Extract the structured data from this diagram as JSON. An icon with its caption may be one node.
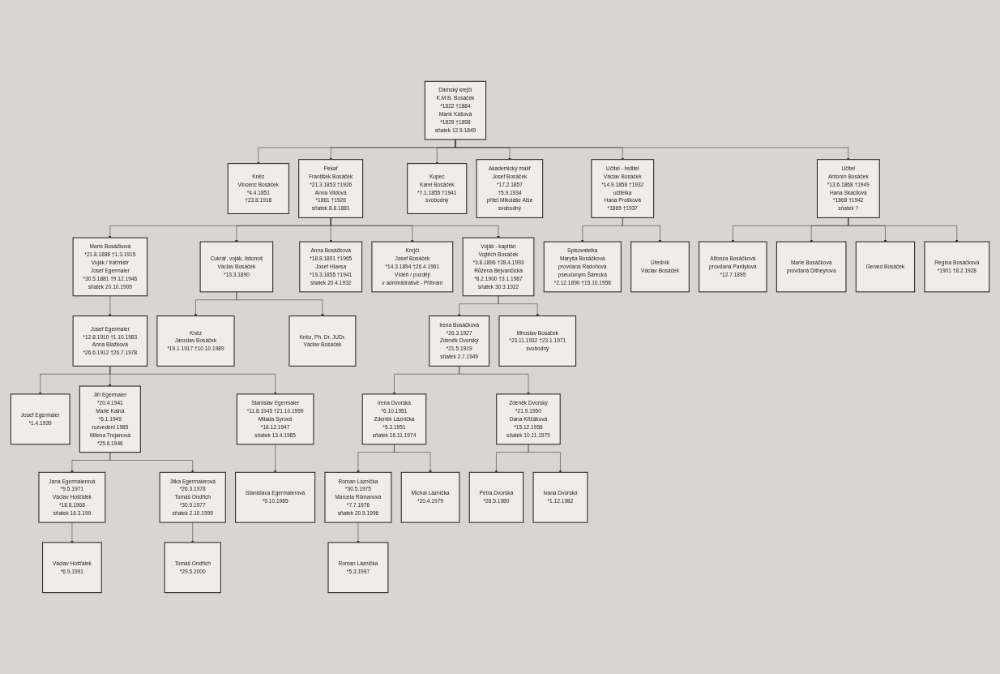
{
  "diagram": {
    "nodes": [
      {
        "text": [
          "Dámský krejčí",
          "K.M.B. Bosáček",
          "*1822 †1884",
          "Marie Kášová",
          "*1829 †1898",
          "sňatek 12.9.1849"
        ]
      },
      {
        "text": [
          "Kněz",
          "Vincenc Bosáček",
          "*4.4.1851",
          "†23.8.1918"
        ]
      },
      {
        "text": [
          "Pekař",
          "František Bosáček",
          "*21.3.1853 †1926",
          "Anna Vildová",
          "*1861 †1926",
          "sňatek 8.8.1881"
        ]
      },
      {
        "text": [
          "Kupec",
          "Karel Bosáček",
          "*7.1.1855 †1941",
          "svobodný"
        ]
      },
      {
        "text": [
          "Akademický malíř",
          "Josef Bosáček",
          "*17.2.1857",
          "†5.9.1934",
          "přítel Mikoláše Alše",
          "svobodný"
        ]
      },
      {
        "text": [
          "Učitel - ředitel",
          "Václav Bosáček",
          "*14.9.1858 †1932",
          "učitelka",
          "Hana Prošková",
          "*1865 †1937"
        ]
      },
      {
        "text": [
          "Učitel",
          "Antonín Bosáček",
          "*13.6.1868 †1949",
          "Hana Skácilová",
          "*1868 †1942",
          "sňatek ?"
        ]
      },
      {
        "text": [
          "Marie Bosáčková",
          "*21.8.1886 †1.3.1915",
          "Voják / traťmistr",
          "Josef Egermaier",
          "*30.5.1881 †9.12.1946",
          "sňatek 20.10.1909"
        ]
      },
      {
        "text": [
          "Cukrář, voják, listonoš",
          "Václav Bosáček",
          "*13.3.1890"
        ]
      },
      {
        "text": [
          "Anna Bosáčková",
          "*18.8.1891 †1965",
          "Josef Hlavsa",
          "*19.3.1855 †1941",
          "sňatek 20.4.1932"
        ]
      },
      {
        "text": [
          "Krejčí",
          "Josef Bosáček",
          "*14.3.1894 †26.4.1961",
          "Vídeň / později",
          "v administrativě - Příbram"
        ]
      },
      {
        "text": [
          "Voják - kapitán",
          "Vojtěch Bosáček",
          "*3.8.1896 †28.4.1993",
          "Růžena Bejvančická",
          "*8.2.1900 †3.1.1987",
          "sňatek 30.3.1922"
        ]
      },
      {
        "text": [
          "Alfonza Bosáčková",
          "provdaná Pardylová",
          "*12.7.1895"
        ]
      },
      {
        "text": [
          "Marie Bosáčková",
          "provdaná Ditheyrová"
        ]
      },
      {
        "text": [
          "Gerard Bosáček"
        ]
      },
      {
        "text": [
          "Regina Bosáčková",
          "*1901 †8.2.1928"
        ]
      },
      {
        "text": [
          "Josef Egermaier",
          "*12.8.1910 †1.10.1983",
          "Anna Blažková",
          "*26.6.1912 †26.7.1978"
        ]
      },
      {
        "text": [
          "Kněz",
          "Jaroslav Bosáček",
          "*19.1.1917 †10.10.1989"
        ]
      },
      {
        "text": [
          "Kněz, Ph. Dr. JUDr.",
          "Václav Bosáček"
        ]
      },
      {
        "text": [
          "Irena Bosáčková",
          "*26.3.1927",
          "Zdeněk Dvorský",
          "*21.5.1919",
          "sňatek 2.7.1949"
        ]
      },
      {
        "text": [
          "Miroslav Bosáček",
          "*23.11.1932 †23.1.1971",
          "svobodný"
        ]
      },
      {
        "text": [
          "Spisovatelka",
          "Maryša Bosáčková",
          "provdaná Radoňová",
          "pseudonym Šárecká",
          "*2.12.1890 †15.10.1958"
        ]
      },
      {
        "text": [
          "Úředník",
          "Václav Bosáček"
        ]
      },
      {
        "text": [
          "Josef Egermaier",
          "*1.4.1939"
        ]
      },
      {
        "text": [
          "Jiří Egermaier",
          "*20.4.1941",
          "Marie Kalná",
          "*6.1.1949",
          "rozvedeni 1985",
          "Milena Trojanová",
          "*25.6.1946"
        ]
      },
      {
        "text": [
          "Stanislav Egermaier",
          "*11.8.1945 †21.10.1999",
          "Milada Syrová",
          "*18.12.1947",
          "sňatek 13.4.1985"
        ]
      },
      {
        "text": [
          "Irena Dvorská",
          "*6.10.1951",
          "Zdeněk Láznička",
          "*5.3.1951",
          "sňatek 16.11.1974"
        ]
      },
      {
        "text": [
          "Zdeněk Dvorský",
          "*21.9.1950",
          "Dana Křižáková",
          "*15.12.1956",
          "sňatek 10.11.1979"
        ]
      },
      {
        "text": [
          "Jana Egermaierová",
          "*9.5.1971",
          "Václav Hošťálek",
          "*18.8.1968",
          "sňatek 16.3.199"
        ]
      },
      {
        "text": [
          "Jitka Egermaierová",
          "*26.3.1978",
          "Tomáš Ondřich",
          "*30.9.1977",
          "sňatek 2.10.1999"
        ]
      },
      {
        "text": [
          "Roman Láznička",
          "*30.5.1975",
          "Marcela Rūmanová",
          "*7.7.1976",
          "sňatek 20.9.1996"
        ]
      },
      {
        "text": [
          "Michal Láznička",
          "*20.4.1979"
        ]
      },
      {
        "text": [
          "Petra Dvorská",
          "*28.5.1980"
        ]
      },
      {
        "text": [
          "Ivana Dvorská",
          "*1.12.1982"
        ]
      },
      {
        "text": [
          "Václav Hošťálek",
          "*6.9.1991"
        ]
      },
      {
        "text": [
          "Tomáš Ondřich",
          "*29.5.2000"
        ]
      },
      {
        "text": [
          "Stanislava Egermaierová",
          "*9.10.1985"
        ]
      },
      {
        "text": [
          "Roman Láznička",
          "*5.3.1997"
        ]
      }
    ],
    "edges": [
      {
        "from": 0,
        "to": 1,
        "arrow": "to"
      },
      {
        "from": 0,
        "to": 2,
        "arrow": "to"
      },
      {
        "from": 0,
        "to": 3,
        "arrow": "to"
      },
      {
        "from": 0,
        "to": 4,
        "arrow": "to"
      },
      {
        "from": 0,
        "to": 5,
        "arrow": "to"
      },
      {
        "from": 0,
        "to": 6,
        "arrow": "to"
      },
      {
        "from": 2,
        "to": 7,
        "arrow": "to"
      },
      {
        "from": 2,
        "to": 8,
        "arrow": "to"
      },
      {
        "from": 2,
        "to": 9,
        "arrow": "to"
      },
      {
        "from": 2,
        "to": 10,
        "arrow": "to"
      },
      {
        "from": 2,
        "to": 11,
        "arrow": "to"
      },
      {
        "from": 6,
        "to": 12,
        "arrow": "to"
      },
      {
        "from": 6,
        "to": 13,
        "arrow": "to"
      },
      {
        "from": 6,
        "to": 14,
        "arrow": "to"
      },
      {
        "from": 6,
        "to": 15,
        "arrow": "to"
      },
      {
        "from": 7,
        "to": 16,
        "arrow": "to"
      },
      {
        "from": 8,
        "to": 17,
        "arrow": "to"
      },
      {
        "from": 8,
        "to": 18,
        "arrow": "to"
      },
      {
        "from": 11,
        "to": 19,
        "arrow": "to"
      },
      {
        "from": 11,
        "to": 20,
        "arrow": "to"
      },
      {
        "from": 5,
        "to": 21,
        "arrow": "to"
      },
      {
        "from": 5,
        "to": 22,
        "arrow": "to"
      },
      {
        "from": 16,
        "to": 23,
        "arrow": "to"
      },
      {
        "from": 16,
        "to": 24,
        "arrow": "to"
      },
      {
        "from": 16,
        "to": 25,
        "arrow": "to"
      },
      {
        "from": 19,
        "to": 26,
        "arrow": "to"
      },
      {
        "from": 19,
        "to": 27,
        "arrow": "to"
      },
      {
        "from": 24,
        "to": 28,
        "arrow": "to"
      },
      {
        "from": 24,
        "to": 29,
        "arrow": "to"
      },
      {
        "from": 26,
        "to": 30,
        "arrow": "to"
      },
      {
        "from": 26,
        "to": 31,
        "arrow": "to"
      },
      {
        "from": 27,
        "to": 32,
        "arrow": "to"
      },
      {
        "from": 27,
        "to": 33,
        "arrow": "to"
      },
      {
        "from": 28,
        "to": 34,
        "arrow": "to"
      },
      {
        "from": 29,
        "to": 35,
        "arrow": "to"
      },
      {
        "from": 25,
        "to": 36,
        "arrow": "to"
      },
      {
        "from": 30,
        "to": 37,
        "arrow": "to"
      }
    ]
  }
}
